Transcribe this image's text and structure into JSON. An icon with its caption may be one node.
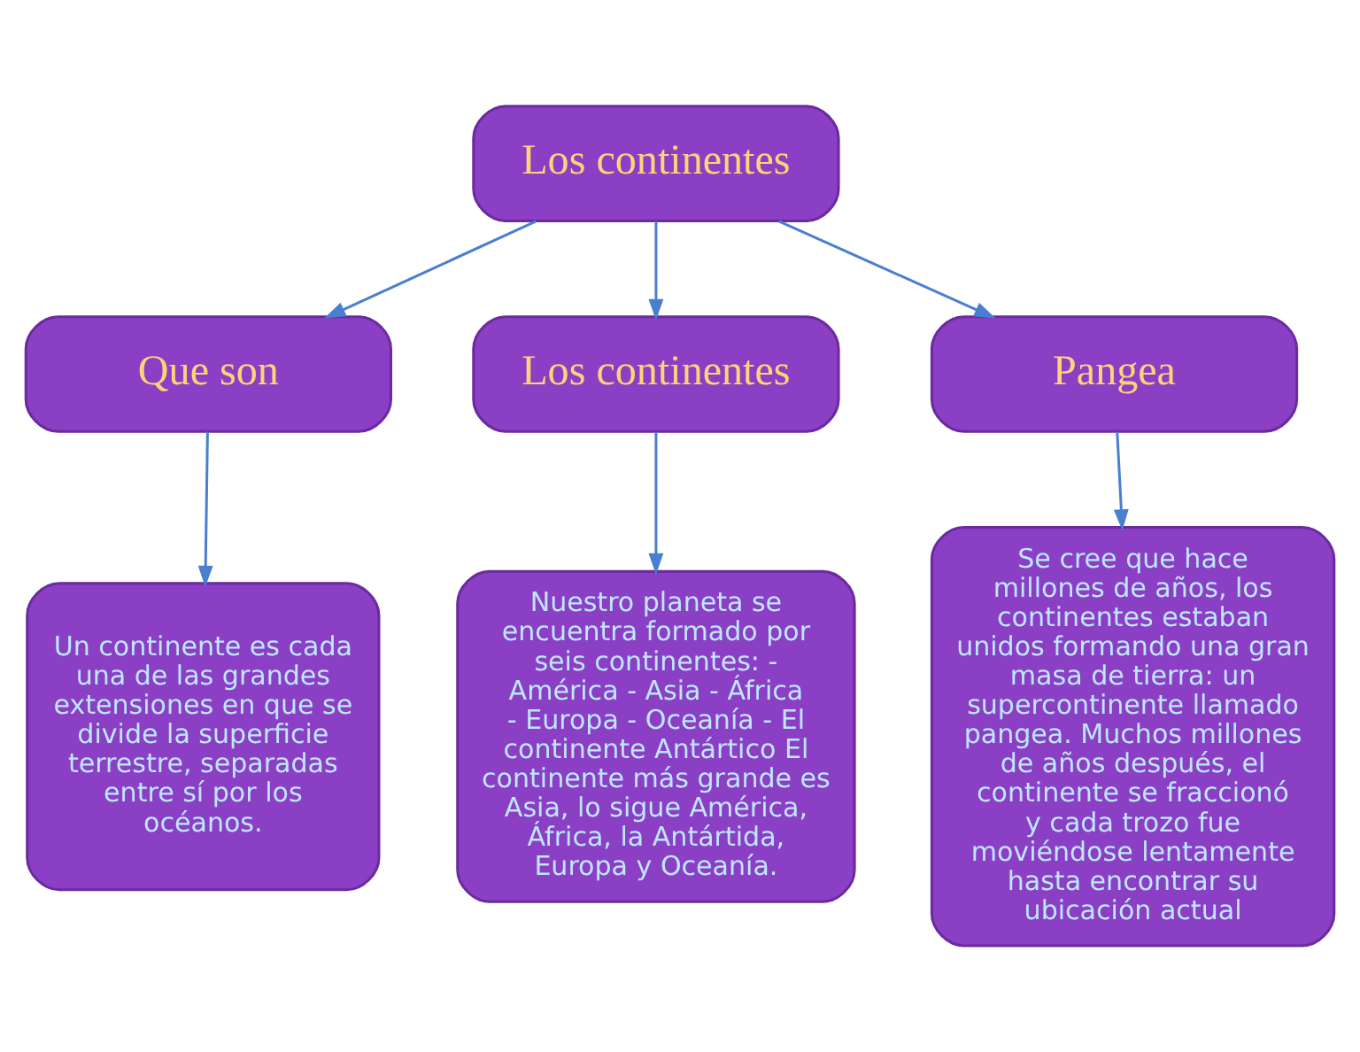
{
  "diagram": {
    "nodes": [
      {
        "text": [
          "Los continentes"
        ]
      },
      {
        "text": [
          "Que son"
        ]
      },
      {
        "text": [
          "Los continentes"
        ]
      },
      {
        "text": [
          "Pangea"
        ]
      },
      {
        "text": [
          "Un continente es cada una de las grandes extensiones en que se divide la superficie terrestre, separadas entre sí por los océanos."
        ]
      },
      {
        "text": [
          "Nuestro planeta se encuentra formado por seis continentes: - América - Asia - África - Europa - Oceanía - El continente Antártico El continente más grande es Asia, lo sigue América, África, la Antártida, Europa y Oceanía."
        ]
      },
      {
        "text": [
          "Se cree que hace millones de años, los continentes estaban unidos formando una gran masa de tierra: un supercontinente llamado pangea. Muchos millones de años después, el continente se fraccionó y cada trozo fue moviéndose lentamente hasta encontrar su ubicación actual"
        ]
      }
    ],
    "edges": [
      {
        "from": 0,
        "to": 1,
        "arrow": "to"
      },
      {
        "from": 0,
        "to": 2,
        "arrow": "to"
      },
      {
        "from": 0,
        "to": 3,
        "arrow": "to"
      },
      {
        "from": 1,
        "to": 4,
        "arrow": "to"
      },
      {
        "from": 2,
        "to": 5,
        "arrow": "to"
      },
      {
        "from": 3,
        "to": 6,
        "arrow": "to"
      }
    ]
  }
}
